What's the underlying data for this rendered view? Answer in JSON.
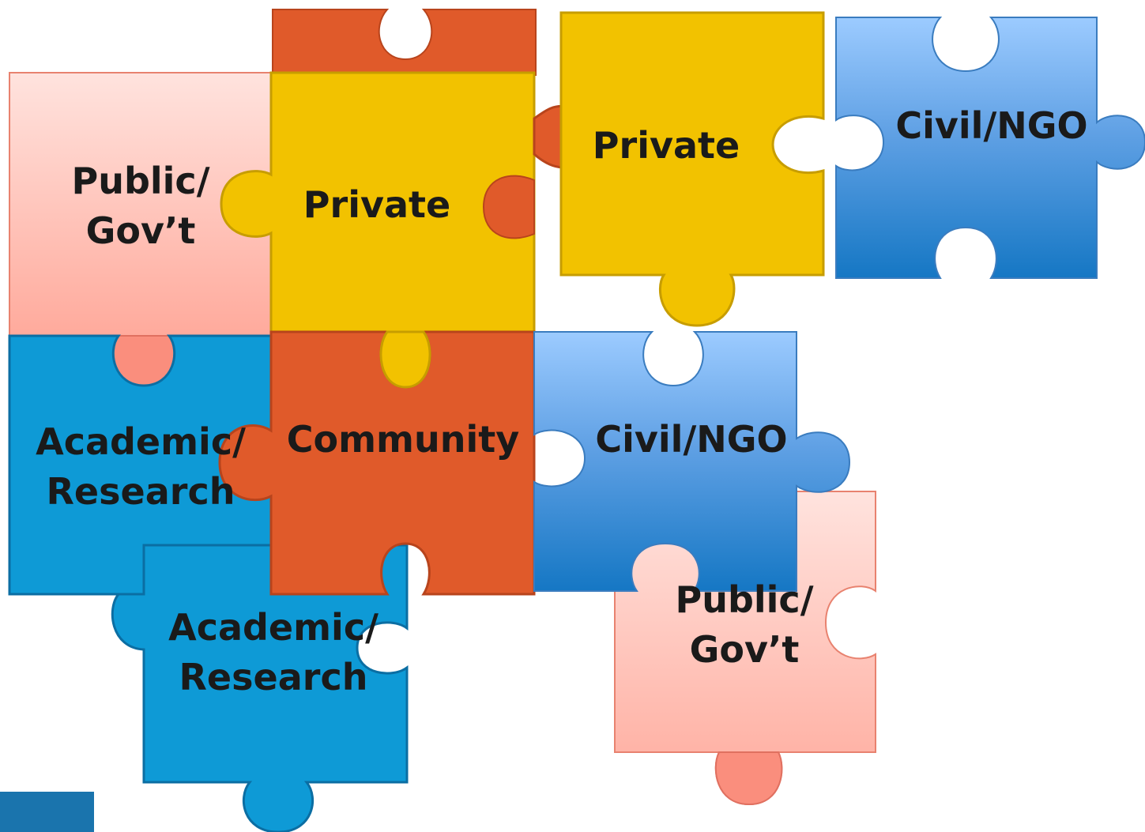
{
  "colors": {
    "orange": "#e05a2a",
    "yellow": "#f2c200",
    "yellow_edge": "#c79d00",
    "pink_top": "#ffe3de",
    "pink_bottom": "#ffaa9c",
    "pink_edge": "#e8826f",
    "blue_top": "#9ccbff",
    "blue_bottom": "#1577c4",
    "blue_edge": "#3a7cbf",
    "teal": "#0e9ad6",
    "teal_edge": "#0b6ea3",
    "corner_block": "#1a74ad"
  },
  "pieces": {
    "public_gov_1": {
      "line1": "Public/",
      "line2": "Gov’t"
    },
    "private_1": {
      "label": "Private"
    },
    "private_2": {
      "label": "Private"
    },
    "civil_ngo_1": {
      "label": "Civil/NGO"
    },
    "academic_1": {
      "line1": "Academic/",
      "line2": "Research"
    },
    "community": {
      "label": "Community"
    },
    "civil_ngo_2": {
      "label": "Civil/NGO"
    },
    "academic_2": {
      "line1": "Academic/",
      "line2": "Research"
    },
    "public_gov_2": {
      "line1": "Public/",
      "line2": "Gov’t"
    }
  }
}
